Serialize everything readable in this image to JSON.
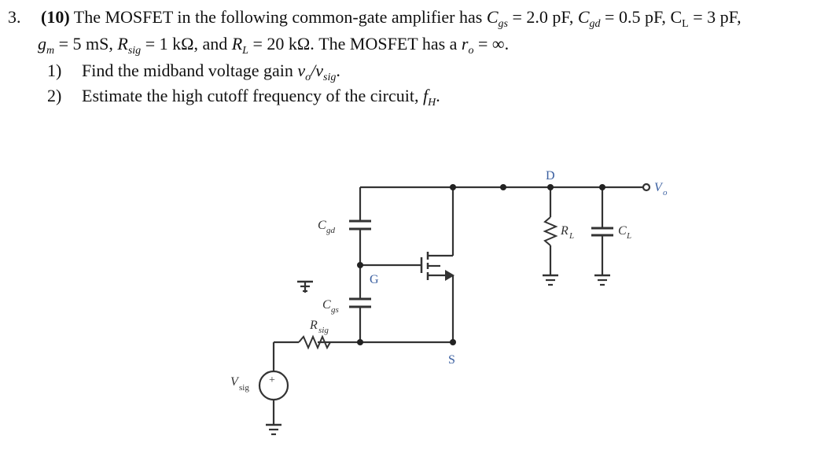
{
  "problem": {
    "number": "3.",
    "points": "(10)",
    "intro_text": "The MOSFET in the following common-gate amplifier has",
    "cgs_sym": "C",
    "cgs_sub": "gs",
    "cgs_val": "= 2.0 pF,",
    "cgd_sym": "C",
    "cgd_sub": "gd",
    "cgd_val": "= 0.5 pF,",
    "cl_sym": "C",
    "cl_sub": "L",
    "cl_val": "= 3 pF,",
    "gm_sym": "g",
    "gm_sub": "m",
    "gm_val": "= 5 mS,",
    "rsig_sym": "R",
    "rsig_sub": "sig",
    "rsig_val": "= 1 kΩ, and",
    "rl_sym": "R",
    "rl_sub": "L",
    "rl_val": "= 20 kΩ. The MOSFET has a",
    "ro_sym": "r",
    "ro_sub": "o",
    "ro_val": "= ∞.",
    "q1_num": "1)",
    "q1_text": "Find the midband voltage gain",
    "q1_expr": "v",
    "q1_expr_sub": "o",
    "q1_expr2": "/v",
    "q1_expr2_sub": "sig",
    "q1_end": ".",
    "q2_num": "2)",
    "q2_text": "Estimate the high cutoff frequency of the circuit,",
    "q2_sym": "f",
    "q2_sub": "H",
    "q2_end": "."
  },
  "circuit": {
    "label_d": "D",
    "label_g": "G",
    "label_s": "S",
    "label_vo": "V",
    "label_vo_sub": "o",
    "label_cgd": "C",
    "label_cgd_sub": "gd",
    "label_cgs": "C",
    "label_cgs_sub": "gs",
    "label_rsig": "R",
    "label_rsig_sub": "sig",
    "label_rl": "R",
    "label_rl_sub": "L",
    "label_cl": "C",
    "label_cl_sub": "L",
    "label_vsig": "V",
    "label_vsig_sub": "sig",
    "source_plus": "+"
  },
  "colors": {
    "text": "#111111",
    "wire": "#333333",
    "label_blue": "#3a5fa0"
  }
}
